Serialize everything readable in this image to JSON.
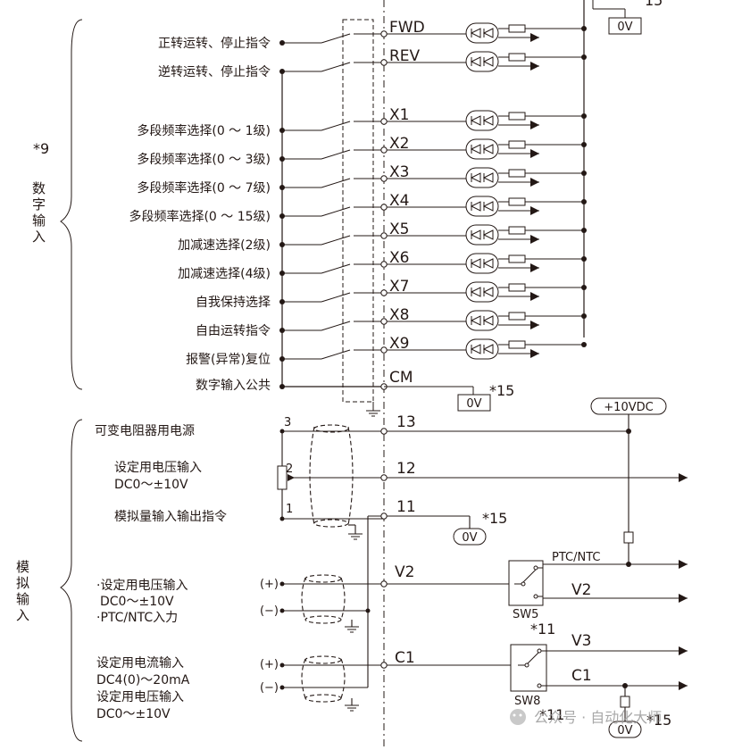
{
  "group_labels": {
    "digital_star": "*9",
    "digital": [
      "数",
      "字",
      "输",
      "入"
    ],
    "analog": [
      "模",
      "拟",
      "输",
      "入"
    ]
  },
  "digital_inputs": [
    {
      "label": "正转运转、停止指令",
      "terminal": "FWD"
    },
    {
      "label": "逆转运转、停止指令",
      "terminal": "REV"
    },
    {
      "label": "多段频率选择(0 ～ 1级)",
      "terminal": "X1"
    },
    {
      "label": "多段频率选择(0 ～ 3级)",
      "terminal": "X2"
    },
    {
      "label": "多段频率选择(0 ～ 7级)",
      "terminal": "X3"
    },
    {
      "label": "多段频率选择(0 ～ 15级)",
      "terminal": "X4"
    },
    {
      "label": "加减速选择(2级)",
      "terminal": "X5"
    },
    {
      "label": "加减速选择(4级)",
      "terminal": "X6"
    },
    {
      "label": "自我保持选择",
      "terminal": "X7"
    },
    {
      "label": "自由运转指令",
      "terminal": "X8"
    },
    {
      "label": "报警(异常)复位",
      "terminal": "X9"
    }
  ],
  "common": {
    "label": "数字输入公共",
    "terminal": "CM",
    "ov": "0V",
    "star": "*15"
  },
  "top": {
    "ov": "0V",
    "star_partial": "15"
  },
  "analog": {
    "pot_source_label": "可变电阻器用电源",
    "voltage_label_1": "设定用电压输入",
    "voltage_range_1": "DC0～±10V",
    "analog_io_label": "模拟量输入输出指令",
    "pin3": "3",
    "pin2": "2",
    "pin1": "1",
    "terminal_13": "13",
    "terminal_12": "12",
    "terminal_11": "11",
    "ov_11": "0V",
    "star_11": "*15",
    "supply": "+10VDC",
    "v2_label_1": "·设定用电压输入",
    "v2_label_2": "DC0～±10V",
    "v2_label_3": "·PTC/NTC入力",
    "terminal_v2": "V2",
    "plus": "(+)",
    "minus": "(−)",
    "ptc_ntc": "PTC/NTC",
    "v2_out": "V2",
    "sw5": "SW5",
    "sw5_star": "*11",
    "c1_label_1": "设定用电流输入",
    "c1_label_2": "DC4(0)～20mA",
    "c1_label_3": "设定用电压输入",
    "c1_label_4": "DC0～±10V",
    "terminal_c1": "C1",
    "v3_out": "V3",
    "c1_out": "C1",
    "sw8": "SW8",
    "sw8_star": "*11",
    "ov_bottom": "0V",
    "star_bottom": "*15"
  },
  "watermark": "公众号 · 自动化大师"
}
